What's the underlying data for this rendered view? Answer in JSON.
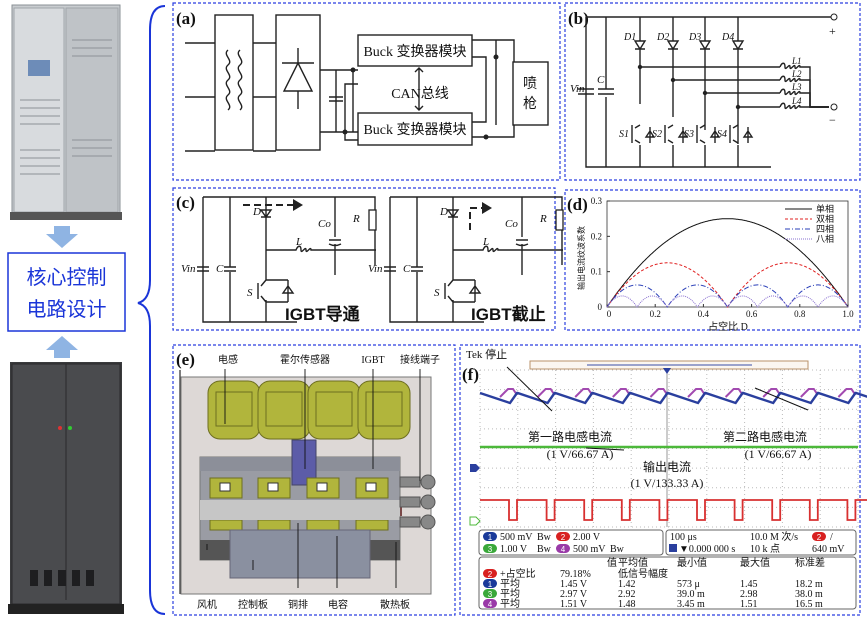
{
  "left": {
    "core_box": [
      "核心控制",
      "电路设计"
    ],
    "colors": {
      "accent": "#1a35d8",
      "arrow": "#8fb4e3"
    }
  },
  "panel_a": {
    "label": "(a)",
    "buck_top": "Buck 变换器模块",
    "buck_bottom": "Buck 变换器模块",
    "can_bus": "CAN总线",
    "spray_gun": [
      "喷",
      "枪"
    ]
  },
  "panel_b": {
    "label": "(b)",
    "diodes": [
      "D1",
      "D2",
      "D3",
      "D4"
    ],
    "inductors": [
      "L1",
      "L2",
      "L3",
      "L4"
    ],
    "switches": [
      "S1",
      "S2",
      "S3",
      "S4"
    ],
    "vin": "Vin",
    "cap": "C",
    "plus": "+",
    "minus": "−"
  },
  "panel_c": {
    "label": "(c)",
    "left_caption": "IGBT导通",
    "right_caption": "IGBT截止",
    "vin": "Vin",
    "c": "C",
    "d": "D",
    "co": "Co",
    "r": "R",
    "l": "L",
    "s": "S"
  },
  "chart_data": {
    "type": "line",
    "label": "(d)",
    "xlabel": "占空比 D",
    "ylabel": "输出电流纹波系数",
    "xlim": [
      0,
      1
    ],
    "ylim": [
      0,
      0.3
    ],
    "xticks": [
      "0",
      "0.2",
      "0.4",
      "0.6",
      "0.8",
      "1.0"
    ],
    "yticks": [
      "0",
      "0.1",
      "0.2",
      "0.3"
    ],
    "legend_position": "top-right",
    "x": [
      0,
      0.0625,
      0.125,
      0.1875,
      0.25,
      0.3125,
      0.375,
      0.4375,
      0.5,
      0.5625,
      0.625,
      0.6875,
      0.75,
      0.8125,
      0.875,
      0.9375,
      1.0
    ],
    "series": [
      {
        "name": "单相",
        "phases": 1,
        "color": "#111111",
        "dash": "",
        "values": [
          0,
          0.0586,
          0.1094,
          0.1523,
          0.1875,
          0.2148,
          0.2344,
          0.2461,
          0.25,
          0.2461,
          0.2344,
          0.2148,
          0.1875,
          0.1523,
          0.1094,
          0.0586,
          0
        ]
      },
      {
        "name": "双相",
        "phases": 2,
        "color": "#e02020",
        "dash": "3 2",
        "values": [
          0,
          0.0547,
          0.0938,
          0.1172,
          0.125,
          0.1172,
          0.0938,
          0.0547,
          0,
          0.0547,
          0.0938,
          0.1172,
          0.125,
          0.1172,
          0.0938,
          0.0547,
          0
        ]
      },
      {
        "name": "四相",
        "phases": 4,
        "color": "#2a3fb8",
        "dash": "5 2 1 2",
        "values": [
          0,
          0.0469,
          0.0625,
          0.0469,
          0,
          0.0469,
          0.0625,
          0.0469,
          0,
          0.0469,
          0.0625,
          0.0469,
          0,
          0.0469,
          0.0625,
          0.0469,
          0
        ]
      },
      {
        "name": "八相",
        "phases": 8,
        "color": "#8a70d0",
        "dash": "1 1",
        "values": [
          0,
          0.03125,
          0,
          0.03125,
          0,
          0.03125,
          0,
          0.03125,
          0,
          0.03125,
          0,
          0.03125,
          0,
          0.03125,
          0,
          0.03125,
          0
        ]
      }
    ]
  },
  "panel_e": {
    "label": "(e)",
    "top_labels": [
      "电感",
      "霍尔传感器",
      "IGBT",
      "接线端子"
    ],
    "bottom_labels": [
      "风机",
      "控制板",
      "铜排",
      "电容",
      "散热板"
    ]
  },
  "panel_f": {
    "label": "(f)",
    "scope_status": "Tek 停止",
    "ann_first": "第一路电感电流",
    "ann_first_scale": "(1 V/66.67 A)",
    "ann_second": "第二路电感电流",
    "ann_second_scale": "(1 V/66.67 A)",
    "ann_output": "输出电流",
    "ann_output_scale": "(1 V/133.33 A)",
    "channels": [
      {
        "num": "1",
        "scale": "500 mV",
        "bw": "Bw",
        "color": "#1a3a9a"
      },
      {
        "num": "2",
        "scale": "2.00 V",
        "bw": "",
        "color": "#d82020"
      },
      {
        "num": "3",
        "scale": "1.00 V",
        "bw": "Bw",
        "color": "#3aa83a"
      },
      {
        "num": "4",
        "scale": "500 mV",
        "bw": "Bw",
        "color": "#9a3aa8"
      }
    ],
    "timebase": "100 μs",
    "sample_rate": "10.0 M 次/s",
    "trigger_pos": "▼0.000 000 s",
    "points": "10 k 点",
    "trigger_ch": "2",
    "trigger_level": "640 mV",
    "meas_headers": [
      "值",
      "平均值",
      "最小值",
      "最大值",
      "标准差"
    ],
    "meas_rows": [
      {
        "ch": "2",
        "name": "+占空比",
        "value": "79.18%",
        "mean": "低信号幅度",
        "min": "",
        "max": "",
        "std": ""
      },
      {
        "ch": "1",
        "name": "平均",
        "value": "1.45 V",
        "mean": "1.42",
        "min": "573 μ",
        "max": "1.45",
        "std": "18.2 m"
      },
      {
        "ch": "3",
        "name": "平均",
        "value": "2.97 V",
        "mean": "2.92",
        "min": "39.0 m",
        "max": "2.98",
        "std": "38.0 m"
      },
      {
        "ch": "4",
        "name": "平均",
        "value": "1.51 V",
        "mean": "1.48",
        "min": "3.45 m",
        "max": "1.51",
        "std": "16.5 m"
      }
    ]
  }
}
